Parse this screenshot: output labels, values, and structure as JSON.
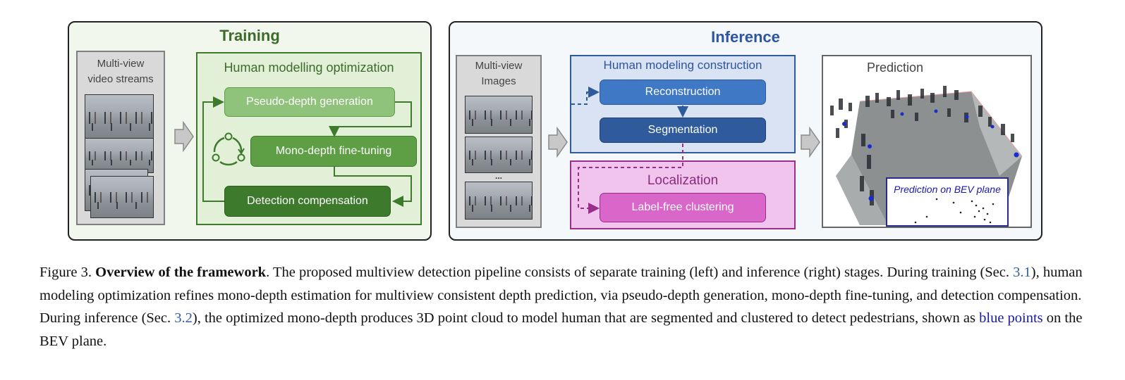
{
  "training": {
    "title": "Training",
    "input_label_line1": "Multi-view",
    "input_label_line2": "video streams",
    "optimization_title": "Human modelling optimization",
    "steps": [
      "Pseudo-depth generation",
      "Mono-depth fine-tuning",
      "Detection compensation"
    ]
  },
  "inference": {
    "title": "Inference",
    "input_label_line1": "Multi-view",
    "input_label_line2": "Images",
    "ellipsis": "...",
    "construction_title": "Human modeling construction",
    "construction_steps": [
      "Reconstruction",
      "Segmentation"
    ],
    "localization_title": "Localization",
    "localization_step": "Label-free clustering",
    "prediction_title": "Prediction",
    "bev_label": "Prediction on BEV plane"
  },
  "caption": {
    "figure": "Figure 3.",
    "bold_title": "Overview of the framework",
    "p1": ". The proposed multiview detection pipeline consists of separate training (left) and inference (right) stages. During training (Sec. ",
    "ref1": "3.1",
    "p2": "), human modeling optimization refines mono-depth estimation for multiview consistent depth prediction, via pseudo-depth generation, mono-depth fine-tuning, and detection compensation. During inference (Sec. ",
    "ref2": "3.2",
    "p3": "), the optimized mono-depth produces 3D point cloud to model human that are segmented and clustered to detect pedestrians, shown as ",
    "blue_text": "blue points",
    "p4": " on the BEV plane."
  },
  "colors": {
    "training_green_light": "#8fc27a",
    "training_green_mid": "#5e9e45",
    "training_green_dark": "#3d7a2c",
    "training_title": "#3d6b2a",
    "inference_title": "#2e55a0",
    "reconstruction_blue": "#3f78c4",
    "segmentation_blue": "#2f5b9c",
    "localization_pink": "#d967c9",
    "localization_border": "#9b2d8b",
    "bev_points": "#1a2ccf"
  }
}
